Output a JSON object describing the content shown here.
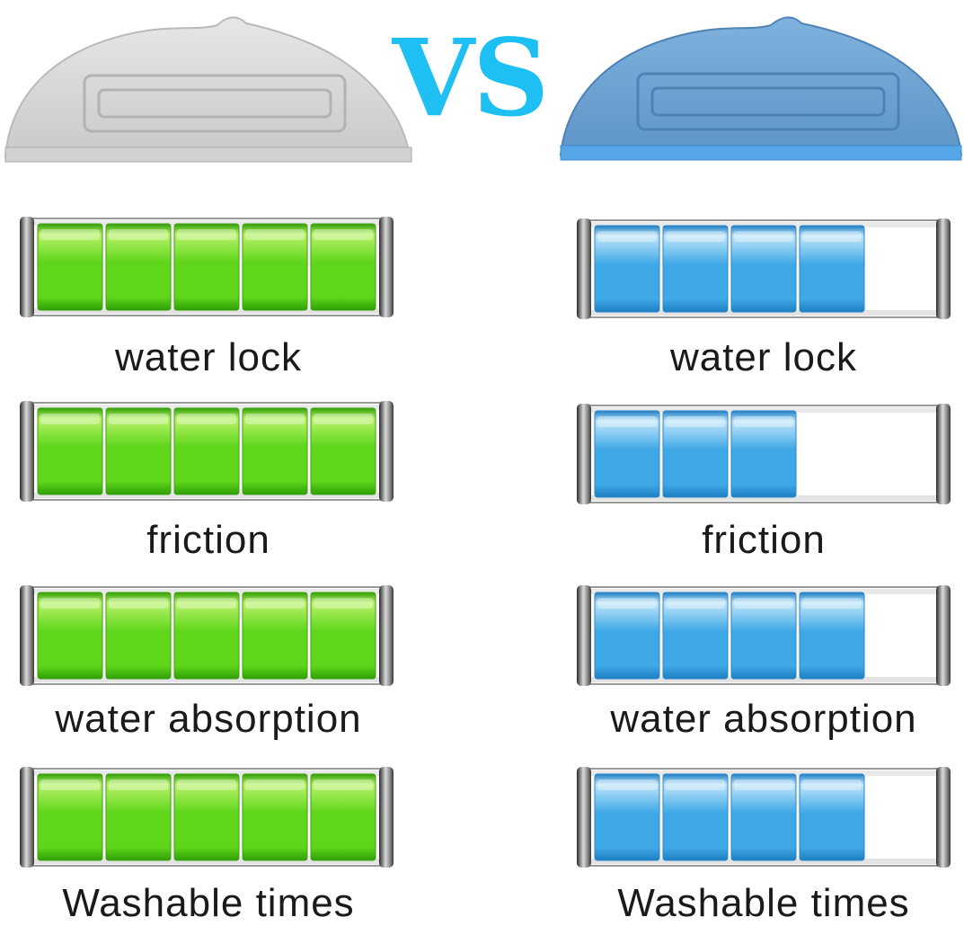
{
  "vs_label": "VS",
  "colors": {
    "vs": "#1ec0f4",
    "left_fill": "#5fd61a",
    "right_fill": "#3fa8e6",
    "left_pad": "#d6d8da",
    "right_pad": "#6a9fcf"
  },
  "left_product": {
    "image": "gray-mop-pad",
    "metrics": [
      {
        "label": "water lock",
        "level": 5,
        "max": 5
      },
      {
        "label": "friction",
        "level": 5,
        "max": 5
      },
      {
        "label": "water absorption",
        "level": 5,
        "max": 5
      },
      {
        "label": "Washable times",
        "level": 5,
        "max": 5
      }
    ]
  },
  "right_product": {
    "image": "blue-mop-pad",
    "metrics": [
      {
        "label": "water lock",
        "level": 4,
        "max": 5
      },
      {
        "label": "friction",
        "level": 3,
        "max": 5
      },
      {
        "label": "water absorption",
        "level": 4,
        "max": 5
      },
      {
        "label": "Washable times",
        "level": 4,
        "max": 5
      }
    ]
  }
}
